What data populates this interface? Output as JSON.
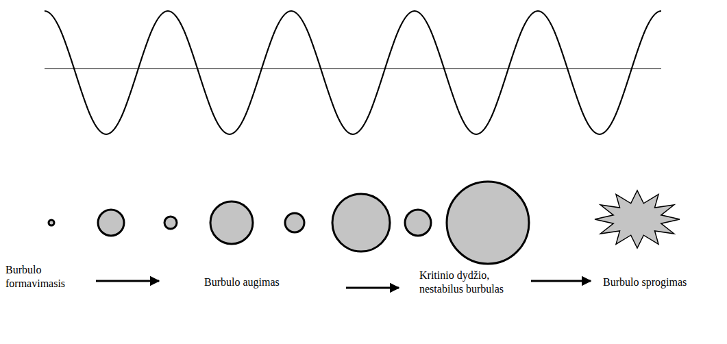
{
  "diagram": {
    "labels": [
      "Burbulo formavimasis",
      "Burbulo augimas",
      "Kritinio dydžio, nestabilus burbulas",
      "Burbulo sprogimas"
    ]
  }
}
